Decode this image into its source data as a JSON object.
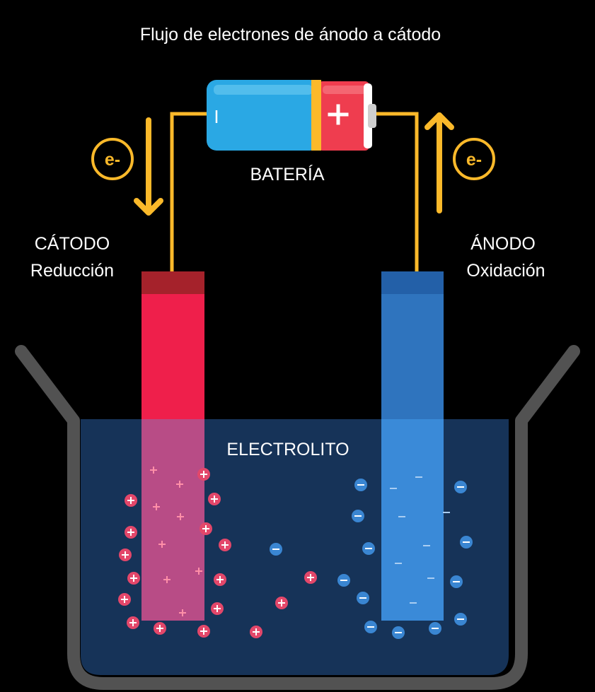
{
  "title": "Flujo de electrones de ánodo a cátodo",
  "battery": {
    "label": "BATERÍA",
    "negative_symbol": "I",
    "positive_symbol": "+",
    "body_color": "#2aa8e4",
    "terminal_color": "#ef3d4f",
    "band_color": "#fbb92a"
  },
  "electron_flow": {
    "symbol": "e-",
    "color": "#fbb92a",
    "left_direction": "down",
    "right_direction": "up"
  },
  "cathode": {
    "name": "CÁTODO",
    "process": "Reducción",
    "color": "#ef1f4b",
    "cap_color": "#a5222b"
  },
  "anode": {
    "name": "ÁNODO",
    "process": "Oxidación",
    "color": "#2f80d3",
    "cap_color": "#2360a8"
  },
  "electrolyte": {
    "label": "ELECTROLITO",
    "color": "#163358"
  },
  "ions": {
    "positive_symbol": "+",
    "negative_symbol": "−",
    "positive_color": "#e3476a",
    "negative_color": "#3a86d2"
  }
}
